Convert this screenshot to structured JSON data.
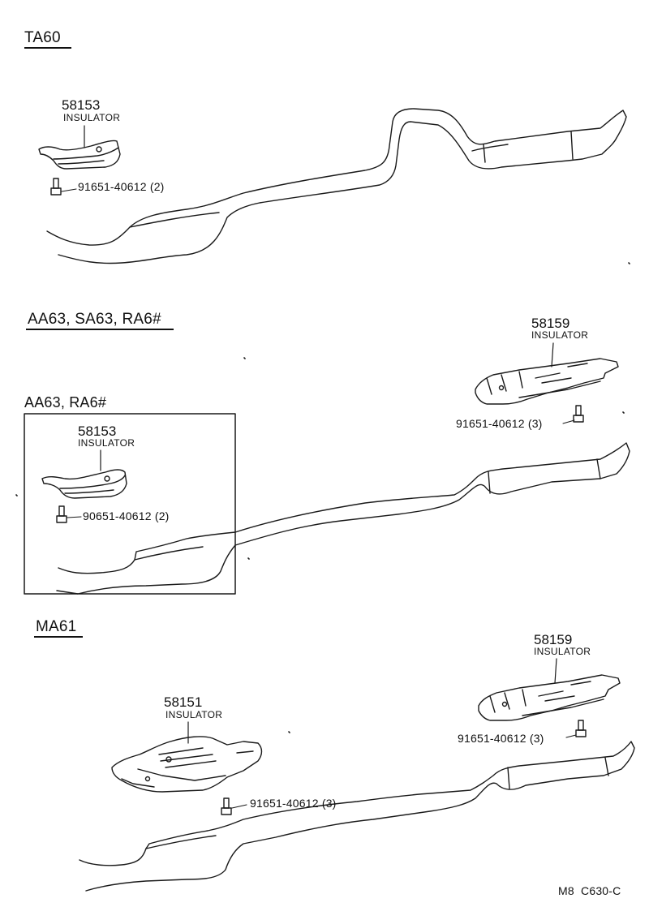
{
  "sections": {
    "ta60": {
      "header": "TA60",
      "insulator_number": "58153",
      "insulator_label": "INSULATOR",
      "bolt_part": "91651-40612",
      "bolt_qty": "(2)"
    },
    "aa63_sa63_ra6": {
      "header": "AA63, SA63, RA6#",
      "insulator_number": "58159",
      "insulator_label": "INSULATOR",
      "bolt_part": "91651-40612",
      "bolt_qty": "(3)"
    },
    "aa63_ra6_box": {
      "header": "AA63, RA6#",
      "insulator_number": "58153",
      "insulator_label": "INSULATOR",
      "bolt_part": "90651-40612",
      "bolt_qty": "(2)"
    },
    "ma61": {
      "header": "MA61",
      "front_insulator_number": "58151",
      "front_insulator_label": "INSULATOR",
      "front_bolt_part": "91651-40612",
      "front_bolt_qty": "(3)",
      "rear_insulator_number": "58159",
      "rear_insulator_label": "INSULATOR",
      "rear_bolt_part": "91651-40612",
      "rear_bolt_qty": "(3)"
    }
  },
  "footer": {
    "code": "M8  C630-C"
  },
  "line_color": "#1a1a1a"
}
